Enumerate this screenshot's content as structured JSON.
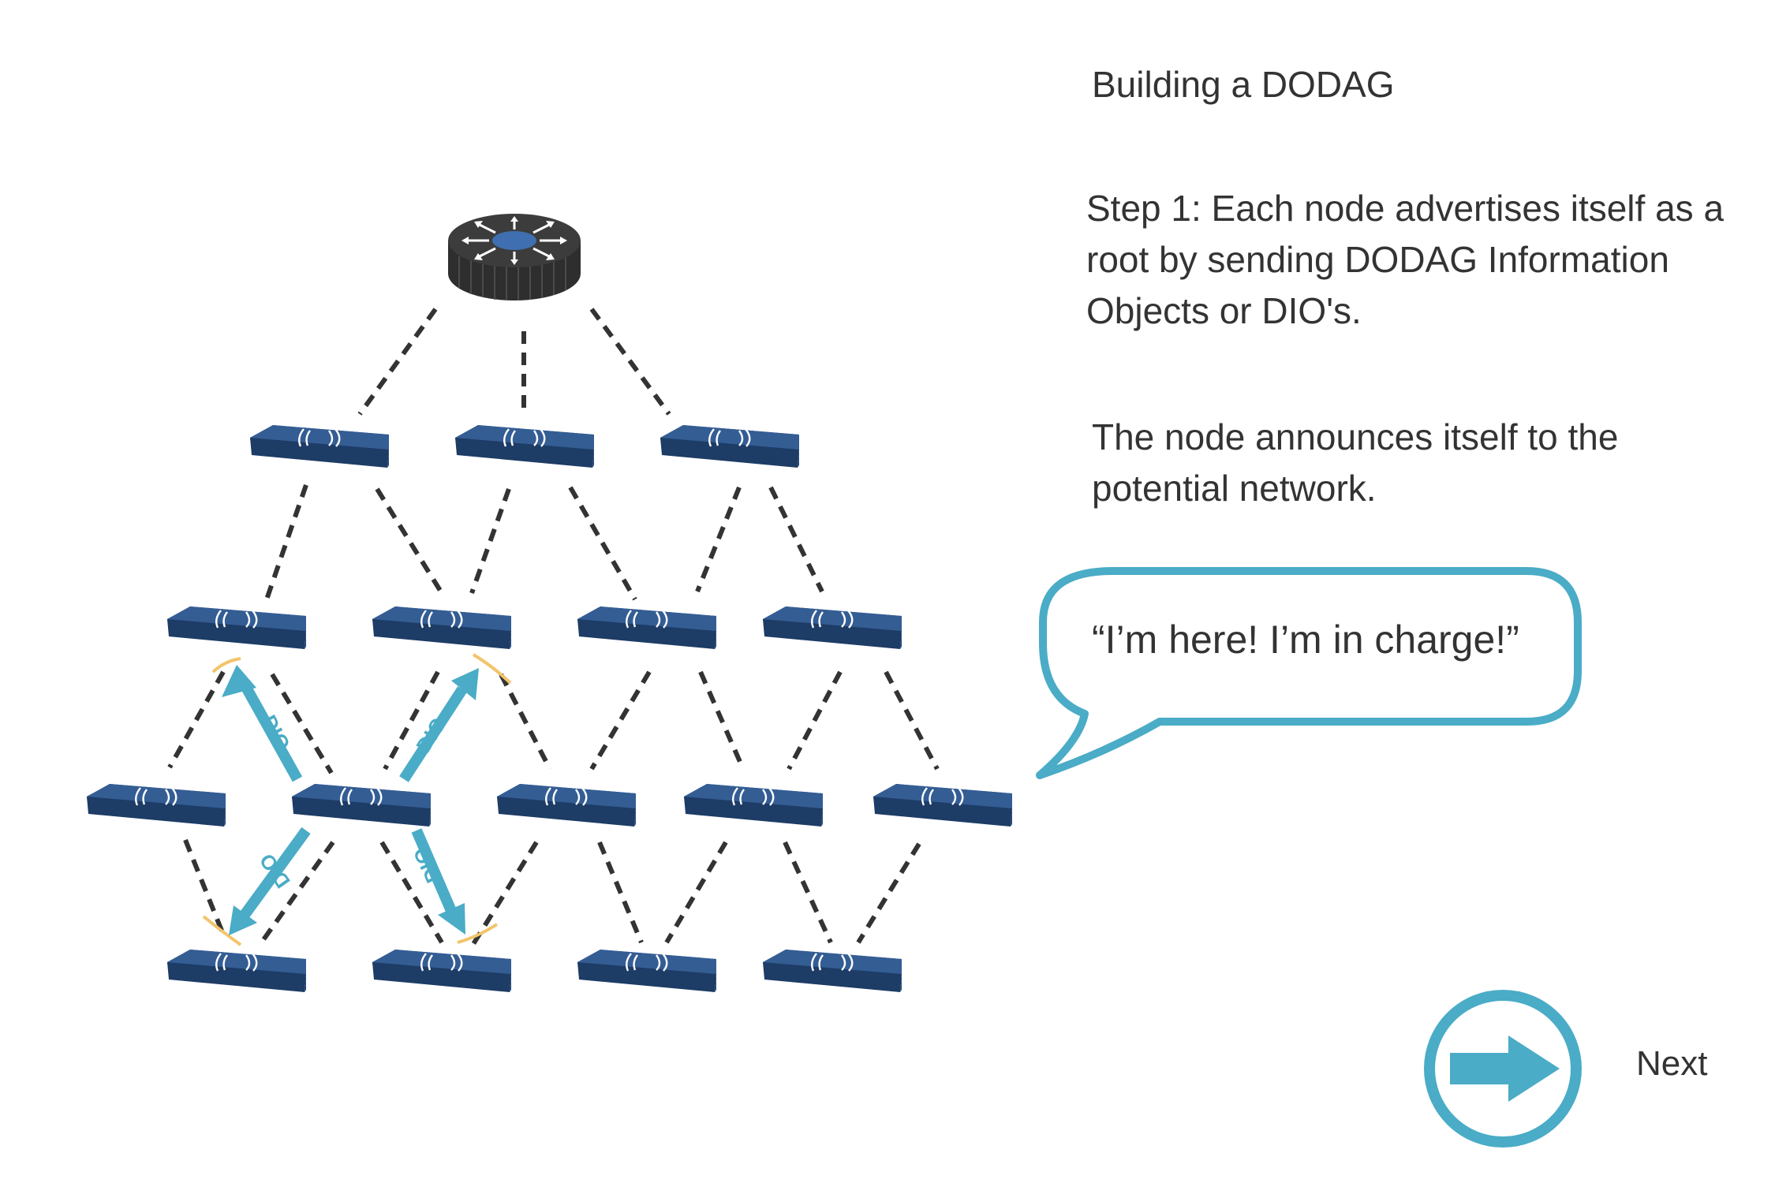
{
  "title": "Building a DODAG",
  "step1_text": "Step 1: Each node advertises itself as a root by sending DODAG Information Objects or DIO's.",
  "announce_text": "The node announces itself to the potential network.",
  "speech_bubble_text": "“I’m here! I’m in charge!”",
  "next_label": "Next",
  "arrow_label": "DIO",
  "icons": {
    "root": "router-icon",
    "node": "wireless-node-icon",
    "next": "arrow-right-icon"
  },
  "colors": {
    "node_top": "#2e5488",
    "node_front": "#1d3c66",
    "node_side": "#264a7c",
    "router_body": "#3a3a3a",
    "router_center": "#3f6fb0",
    "link": "#333333",
    "dio_arrow": "#4aacc6",
    "highlight": "#f2c46a",
    "text": "#333333"
  }
}
